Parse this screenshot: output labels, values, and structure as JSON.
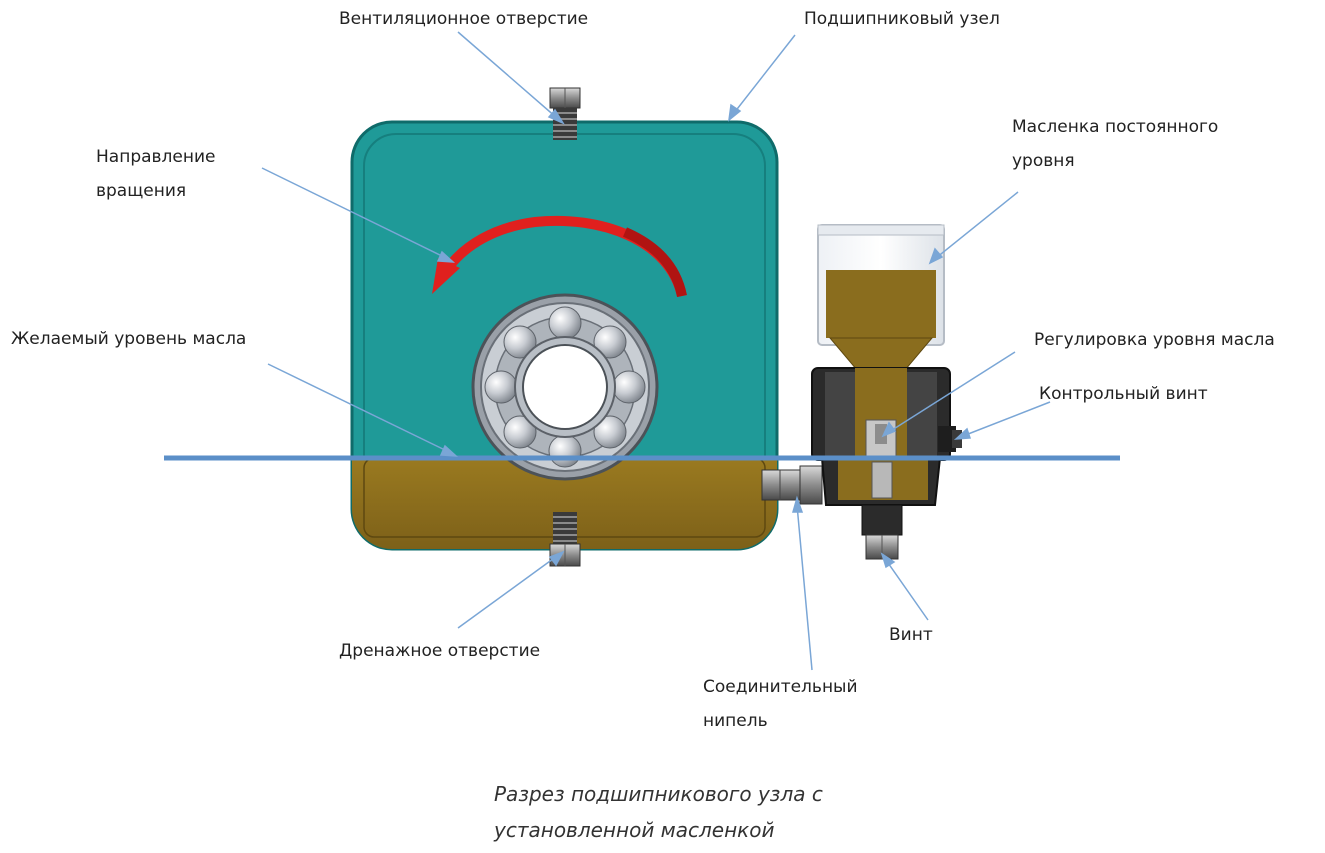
{
  "labels": {
    "vent": "Вентиляционное отверстие",
    "bearing_unit": "Подшипниковый узел",
    "rotation_line1": "Направление",
    "rotation_line2": "вращения",
    "oiler_line1": "Масленка постоянного",
    "oiler_line2": "уровня",
    "oil_level": "Желаемый уровень масла",
    "level_adjust": "Регулировка уровня масла",
    "control_screw": "Контрольный винт",
    "screw": "Винт",
    "drain": "Дренажное отверстие",
    "nipple_line1": "Соединительный",
    "nipple_line2": "нипель"
  },
  "caption": {
    "line1": "Разрез подшипникового узла с",
    "line2": "установленной масленкой"
  },
  "colors": {
    "housing": "#1f9a98",
    "housing_border": "#0f6b6a",
    "oil": "#8a6d1e",
    "oil_level_line": "#5b8fc8",
    "leader": "#7aa6d6",
    "rotation_arrow": "#e0201e"
  }
}
